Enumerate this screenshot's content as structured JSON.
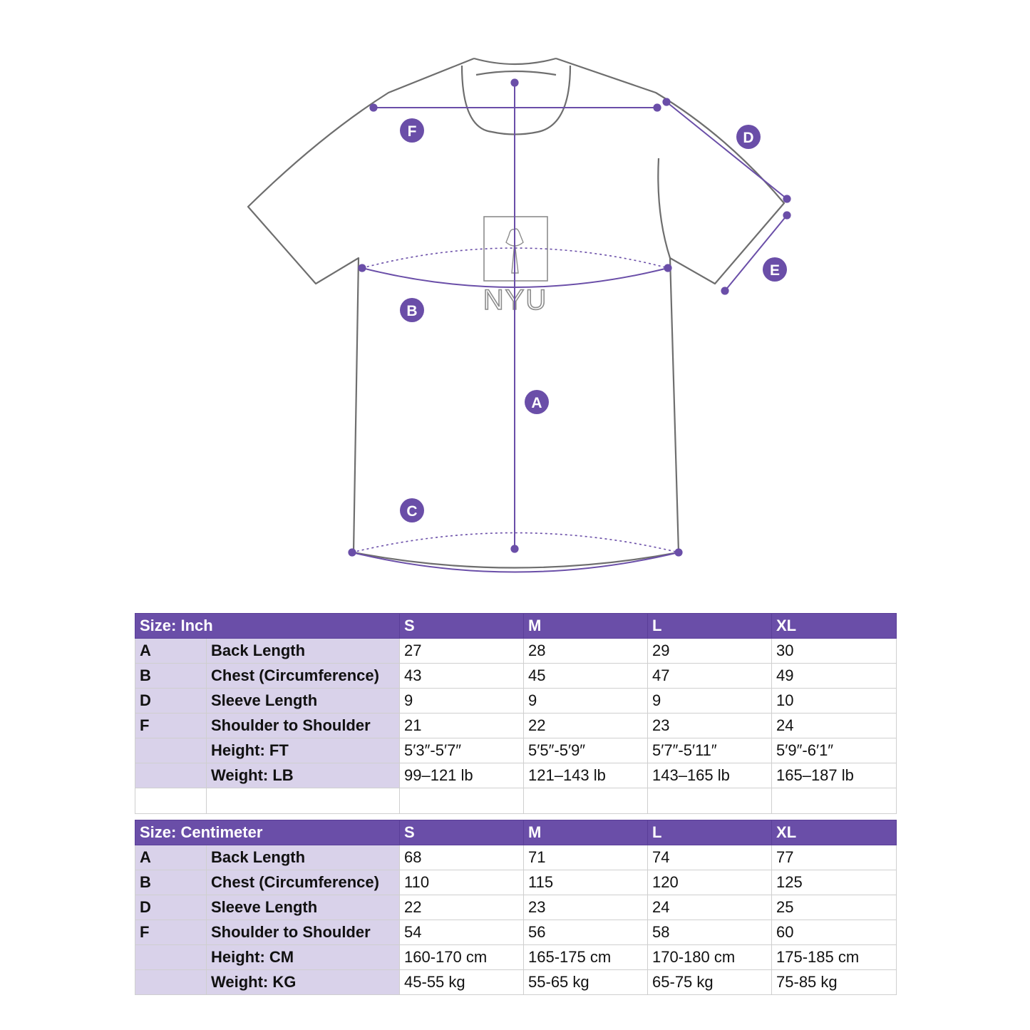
{
  "diagram": {
    "labels": {
      "a": "A",
      "b": "B",
      "c": "C",
      "d": "D",
      "e": "E",
      "f": "F"
    },
    "logo_text": "NYU",
    "colors": {
      "accent": "#6a4ea8",
      "outline": "#6e6e6e"
    }
  },
  "tables": {
    "inch": {
      "title": "Size: Inch",
      "sizes": [
        "S",
        "M",
        "L",
        "XL"
      ],
      "rows": [
        {
          "letter": "A",
          "label": "Back Length",
          "values": [
            "27",
            "28",
            "29",
            "30"
          ]
        },
        {
          "letter": "B",
          "label": "Chest (Circumference)",
          "values": [
            "43",
            "45",
            "47",
            "49"
          ]
        },
        {
          "letter": "D",
          "label": "Sleeve Length",
          "values": [
            "9",
            "9",
            "9",
            "10"
          ]
        },
        {
          "letter": "F",
          "label": "Shoulder to Shoulder",
          "values": [
            "21",
            "22",
            "23",
            "24"
          ]
        },
        {
          "letter": "",
          "label": "Height: FT",
          "values": [
            "5′3″-5′7″",
            "5′5″-5′9″",
            "5′7″-5′11″",
            "5′9″-6′1″"
          ]
        },
        {
          "letter": "",
          "label": "Weight: LB",
          "values": [
            "99–121 lb",
            "121–143 lb",
            "143–165 lb",
            "165–187 lb"
          ]
        }
      ]
    },
    "cm": {
      "title": "Size: Centimeter",
      "sizes": [
        "S",
        "M",
        "L",
        "XL"
      ],
      "rows": [
        {
          "letter": "A",
          "label": "Back Length",
          "values": [
            "68",
            "71",
            "74",
            "77"
          ]
        },
        {
          "letter": "B",
          "label": "Chest (Circumference)",
          "values": [
            "110",
            "115",
            "120",
            "125"
          ]
        },
        {
          "letter": "D",
          "label": "Sleeve Length",
          "values": [
            "22",
            "23",
            "24",
            "25"
          ]
        },
        {
          "letter": "F",
          "label": "Shoulder to Shoulder",
          "values": [
            "54",
            "56",
            "58",
            "60"
          ]
        },
        {
          "letter": "",
          "label": "Height: CM",
          "values": [
            "160-170 cm",
            "165-175 cm",
            "170-180 cm",
            "175-185 cm"
          ]
        },
        {
          "letter": "",
          "label": "Weight: KG",
          "values": [
            "45-55 kg",
            "55-65 kg",
            "65-75 kg",
            "75-85 kg"
          ]
        }
      ]
    }
  }
}
